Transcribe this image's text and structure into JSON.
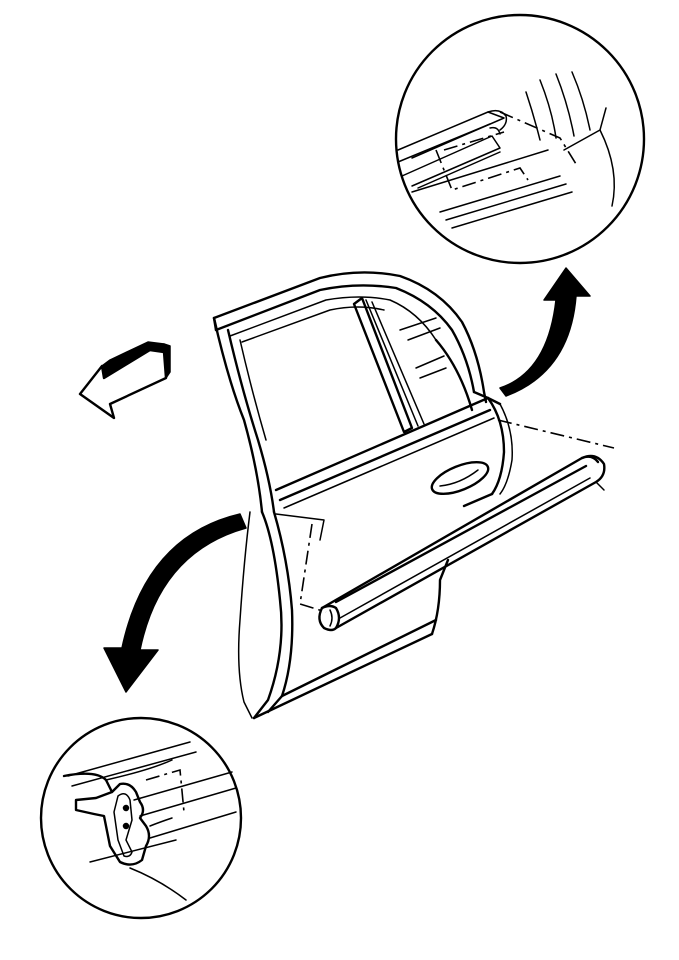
{
  "figure": {
    "description_text": "",
    "parts": [
      {
        "name": "rear-door",
        "icon": "door-outline"
      },
      {
        "name": "door-rocker-seal",
        "icon": "weatherstrip-seal"
      },
      {
        "name": "upper-detail-callout",
        "icon": "magnified-circle"
      },
      {
        "name": "lower-detail-callout",
        "icon": "magnified-circle"
      },
      {
        "name": "vehicle-forward-arrow",
        "icon": "direction-arrow"
      }
    ],
    "colors": {
      "line": "#000000",
      "background": "#ffffff"
    }
  }
}
